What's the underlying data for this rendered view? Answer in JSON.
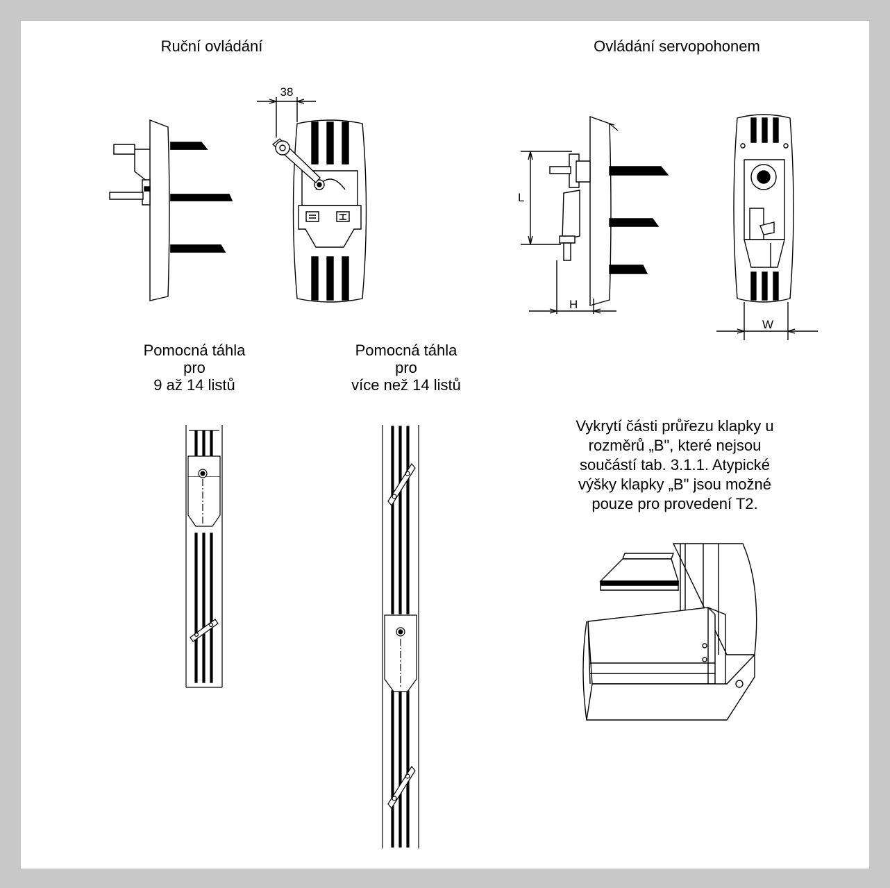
{
  "headings": {
    "manual": "Ruční ovládání",
    "servo": "Ovládání servopohonem"
  },
  "captions": {
    "rods_short": "Pomocná táhla\npro\n9 až 14 listů",
    "rods_long": "Pomocná táhla\npro\nvíce než 14 listů",
    "note": "Vykrytí části průřezu klapky u\nrozměrů „B\", které nejsou\nsoučástí tab. 3.1.1. Atypické\nvýšky klapky „B\" jsou možné\npouze pro provedení T2."
  },
  "dimensions": {
    "handle_offset": "38",
    "length": "L",
    "height": "H",
    "width": "W"
  },
  "colors": {
    "frame": "#c8c8c8",
    "line": "#000000"
  }
}
